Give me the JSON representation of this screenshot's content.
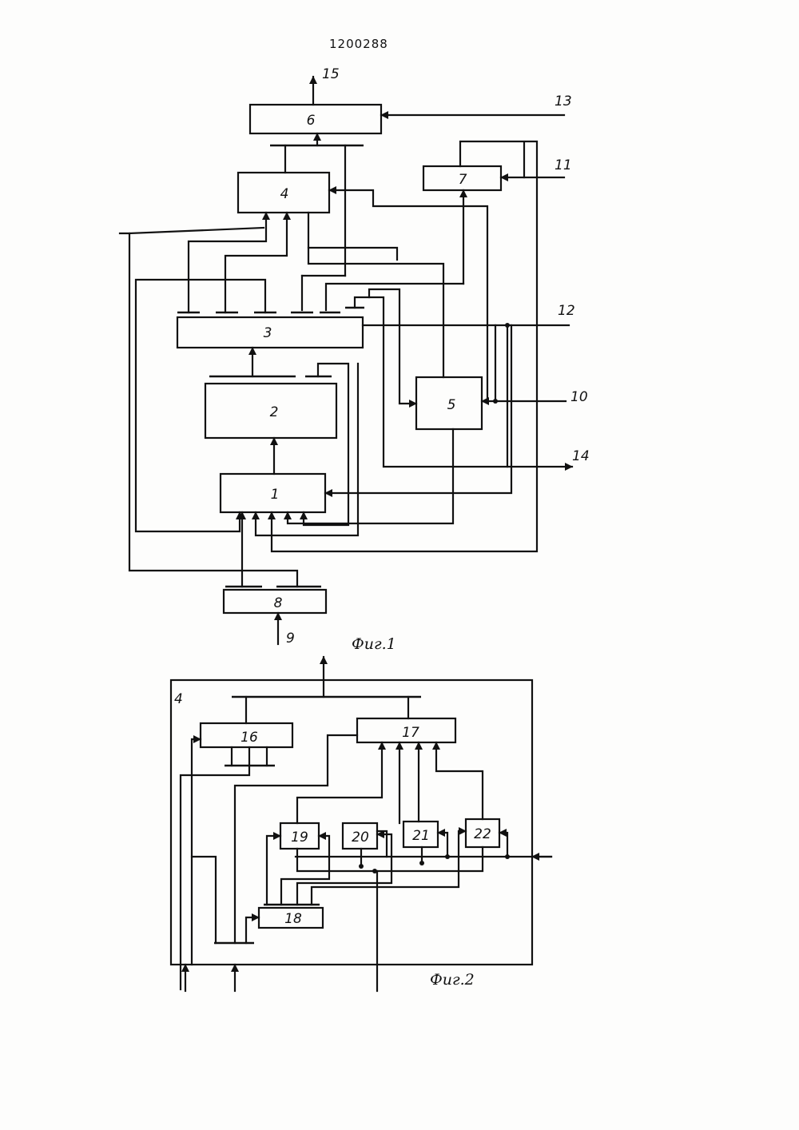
{
  "header": {
    "document_number": "1200288"
  },
  "figure1": {
    "caption": "Фиг.1",
    "blocks": {
      "b1": "1",
      "b2": "2",
      "b3": "3",
      "b4": "4",
      "b5": "5",
      "b6": "6",
      "b7": "7",
      "b8": "8"
    },
    "terminals": {
      "t9": "9",
      "t10": "10",
      "t11": "11",
      "t12": "12",
      "t13": "13",
      "t14": "14",
      "t15": "15"
    }
  },
  "figure2": {
    "caption": "Фиг.2",
    "outer_label": "4",
    "blocks": {
      "b16": "16",
      "b17": "17",
      "b18": "18",
      "b19": "19",
      "b20": "20",
      "b21": "21",
      "b22": "22"
    }
  }
}
